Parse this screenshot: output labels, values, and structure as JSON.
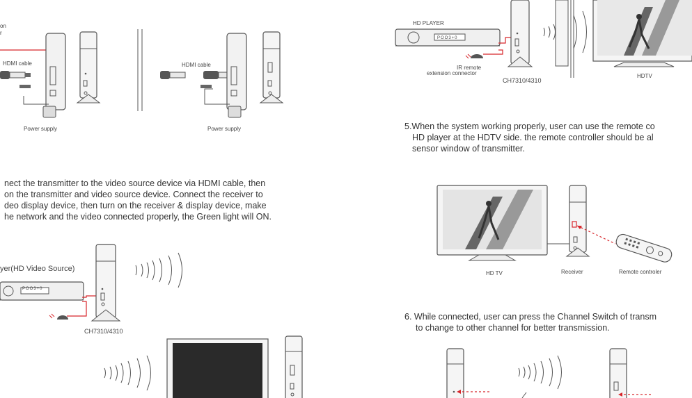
{
  "left": {
    "diagram_tx": {
      "ext_label_1": "on",
      "ext_label_2": "r",
      "hdmi_cable": "HDMI cable",
      "power_supply": "Power supply"
    },
    "diagram_rx": {
      "hdmi_cable": "HDMI cable",
      "power_supply": "Power supply"
    },
    "instruction_4": [
      "nect the transmitter to the video source device via HDMI cable, then",
      "on the transmitter and video source device. Connect the receiver to",
      "deo display device, then turn on the receiver & display device, make",
      "he network and the video connected properly, the Green light will ON."
    ],
    "source_label": "yer(HD Video Source)",
    "player_display": "POO3+0",
    "model": "CH7310/4310"
  },
  "right": {
    "hd_player": "HD PLAYER",
    "player_display": "POO3+0",
    "ir_ext_1": "IR remote",
    "ir_ext_2": "extension connector",
    "model": "CH7310/4310",
    "hdtv": "HDTV",
    "instruction_5": [
      "5.When the system working properly, user can use the remote co",
      "HD player at the HDTV side. the remote controller should be al",
      "sensor window of transmitter."
    ],
    "hd_tv": "HD TV",
    "receiver": "Receiver",
    "remote": "Remote controler",
    "instruction_6": [
      "6. While connected, user can press the Channel Switch of transm",
      "to change to other channel for better transmission."
    ]
  },
  "colors": {
    "accent_red": "#d8262b",
    "line": "#555555",
    "screen_dark": "#2a2a2a"
  }
}
